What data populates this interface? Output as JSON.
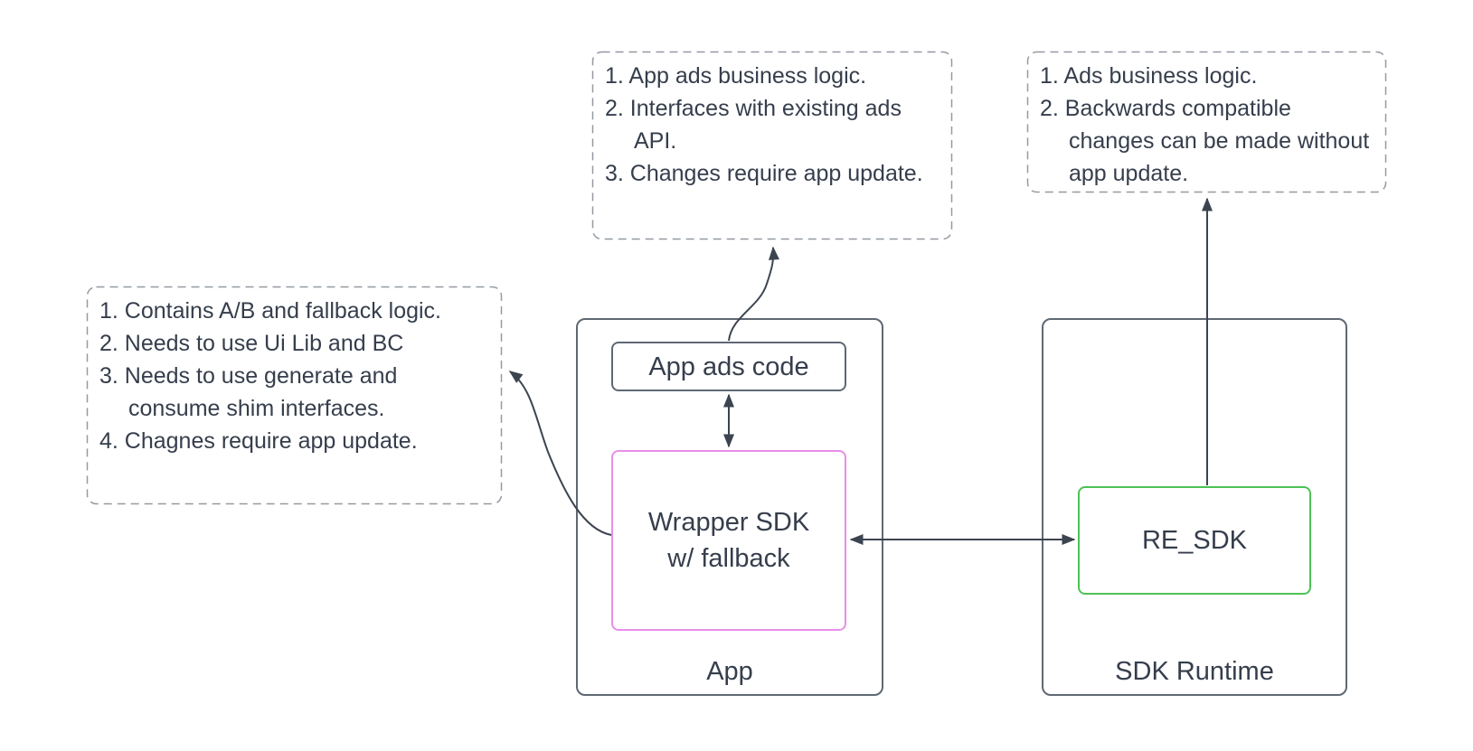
{
  "notes": {
    "app_ads_code": {
      "items": [
        "1. App ads business logic.",
        "2. Interfaces with existing ads API.",
        "3. Changes require app update."
      ]
    },
    "re_sdk": {
      "items": [
        "1. Ads business logic.",
        "2. Backwards compatible changes can be made without app update."
      ]
    },
    "wrapper_sdk": {
      "items": [
        "1. Contains A/B and fallback logic.",
        "2. Needs to use Ui Lib and BC",
        "3. Needs to use generate and consume shim interfaces.",
        "4. Chagnes require app update."
      ]
    }
  },
  "containers": {
    "app": {
      "label": "App"
    },
    "sdk_runtime": {
      "label": "SDK Runtime"
    }
  },
  "nodes": {
    "app_ads_code": {
      "label": "App ads code"
    },
    "wrapper_sdk": {
      "label": "Wrapper SDK\nw/ fallback"
    },
    "re_sdk": {
      "label": "RE_SDK"
    }
  },
  "colors": {
    "text": "#363e4c",
    "container_border": "#5f6873",
    "note_border": "#949aa2",
    "node_gray_border": "#5f6873",
    "wrapper_pink": "#e78fe8",
    "re_sdk_green": "#4cc255",
    "arrow": "#3c4450",
    "background": "#ffffff"
  }
}
